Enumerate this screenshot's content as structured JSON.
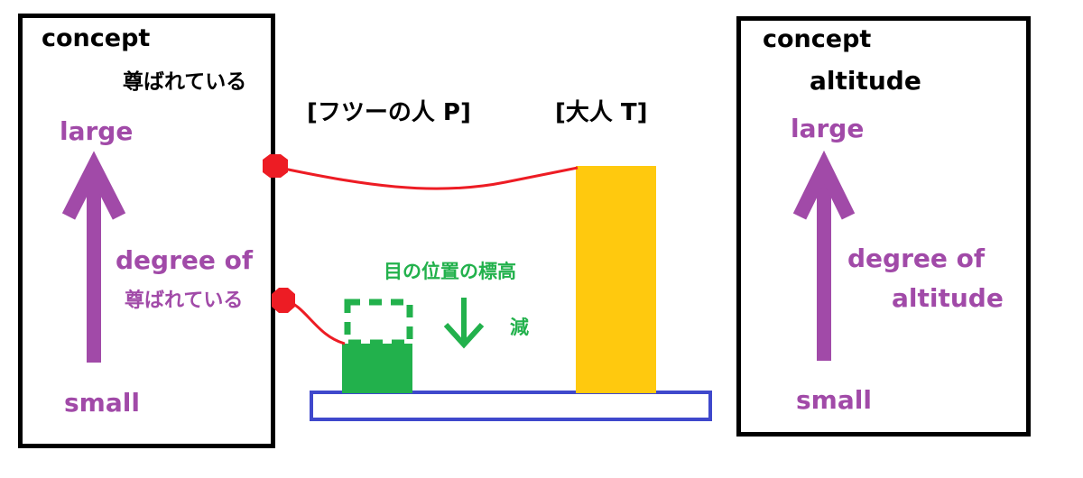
{
  "left_panel": {
    "title": "concept",
    "subtitle": "尊ばれている",
    "top_label": "large",
    "axis_label_line1": "degree of",
    "axis_label_line2": "尊ばれている",
    "bottom_label": "small"
  },
  "right_panel": {
    "title": "concept",
    "subtitle": "altitude",
    "top_label": "large",
    "axis_label_line1": "degree of",
    "axis_label_line2": "altitude",
    "bottom_label": "small"
  },
  "middle": {
    "person_p_label": "[フツーの人 P]",
    "person_t_label": "[大人 T]",
    "eye_level_label": "目の位置の標高",
    "decrease_label": "減"
  },
  "colors": {
    "purple": "#a14aa8",
    "red": "#ed1c24",
    "green": "#22b14c",
    "yellow": "#ffc90e",
    "blue": "#3f48cc",
    "black": "#000000"
  }
}
